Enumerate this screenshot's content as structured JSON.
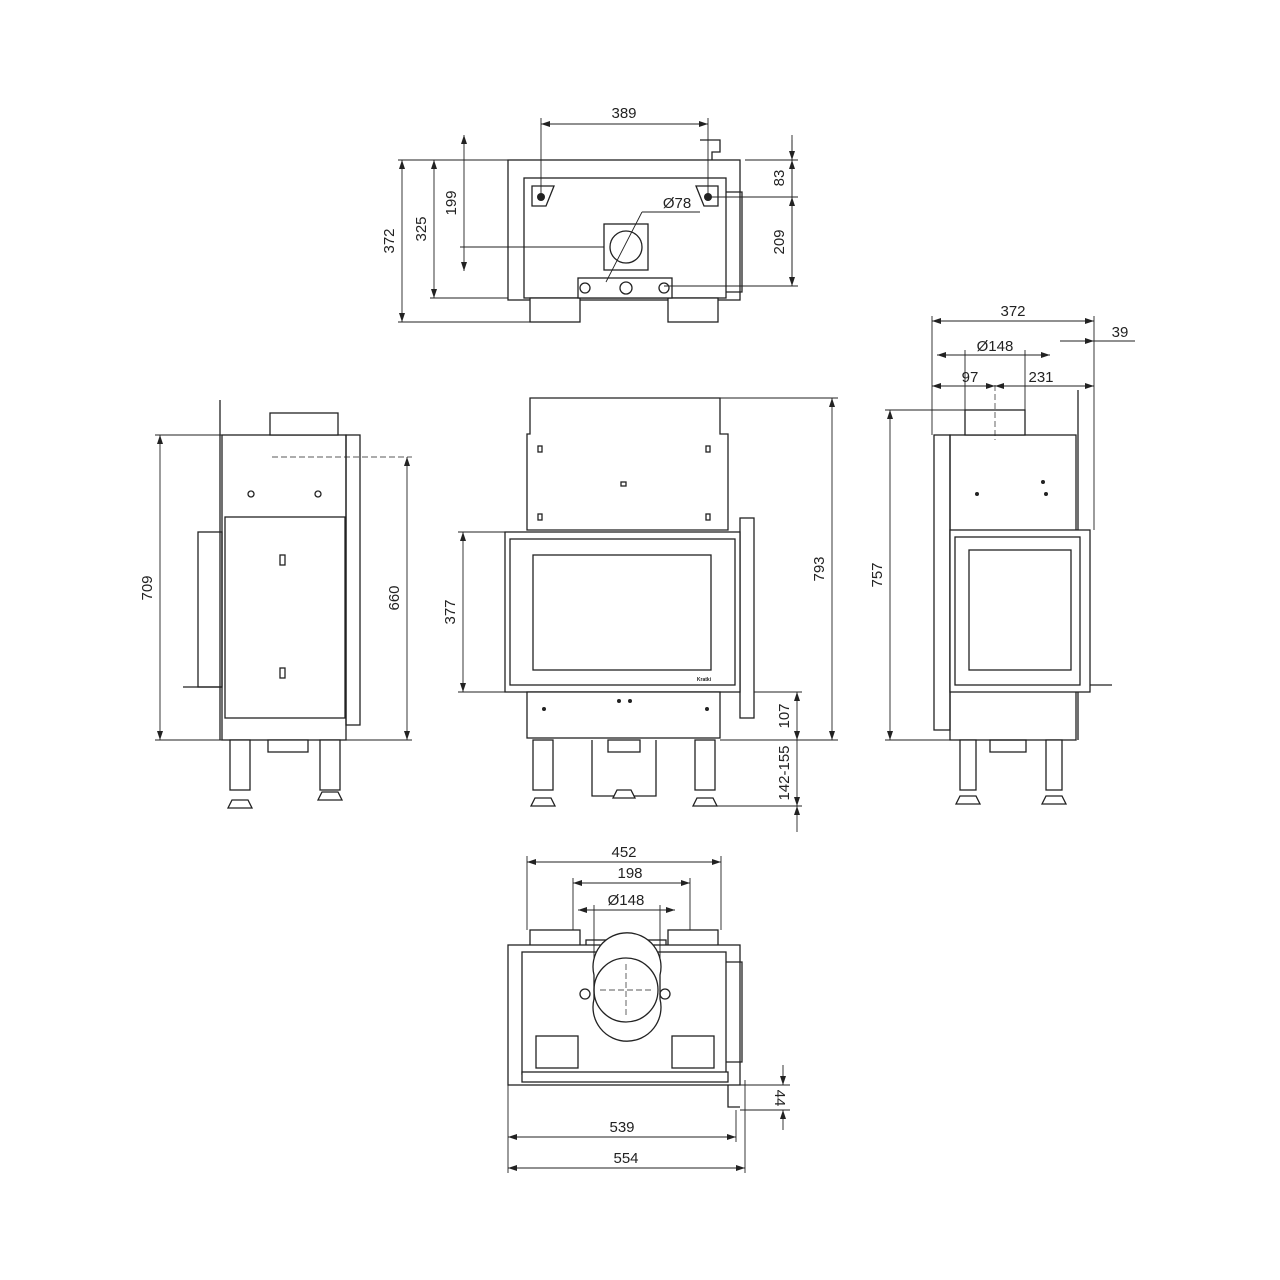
{
  "title": "Fireplace insert dimension drawing",
  "views": {
    "top": {
      "dim_width_holes": "389",
      "dim_depth_total": "372",
      "dim_depth_body": "325",
      "dim_flue_offset": "199",
      "dim_hole_front": "83",
      "dim_hole_rear": "209",
      "dim_flue_diameter": "Ø78"
    },
    "left_side": {
      "dim_total_height": "709",
      "dim_body_height": "660"
    },
    "front": {
      "dim_door_height": "377",
      "dim_total_height": "793",
      "dim_base_height": "107",
      "dim_legs_height": "142-155",
      "logo_text": "Kratki"
    },
    "right_side": {
      "dim_depth": "372",
      "dim_offset": "39",
      "dim_flue_diameter": "Ø148",
      "dim_flue_front": "97",
      "dim_flue_rear": "231",
      "dim_total_height": "757"
    },
    "bottom": {
      "dim_width": "452",
      "dim_flue_spacing": "198",
      "dim_flue_diameter": "Ø148",
      "dim_body_width": "539",
      "dim_total_width": "554",
      "dim_frame_depth": "44"
    }
  },
  "colors": {
    "line": "#222222",
    "background": "#ffffff"
  }
}
